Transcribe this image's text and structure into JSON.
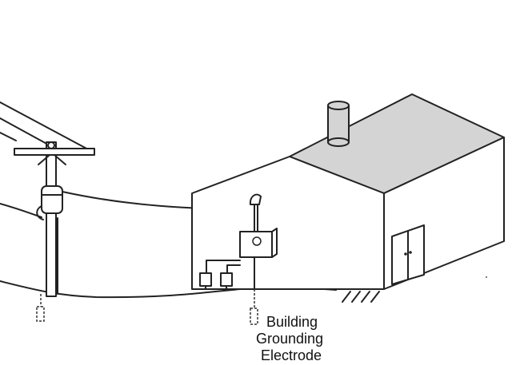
{
  "caption": {
    "line1": "Building",
    "line2": "Grounding",
    "line3": "Electrode"
  },
  "colors": {
    "line": "#222222",
    "roof": "#d4d4d4",
    "background": "#ffffff"
  }
}
